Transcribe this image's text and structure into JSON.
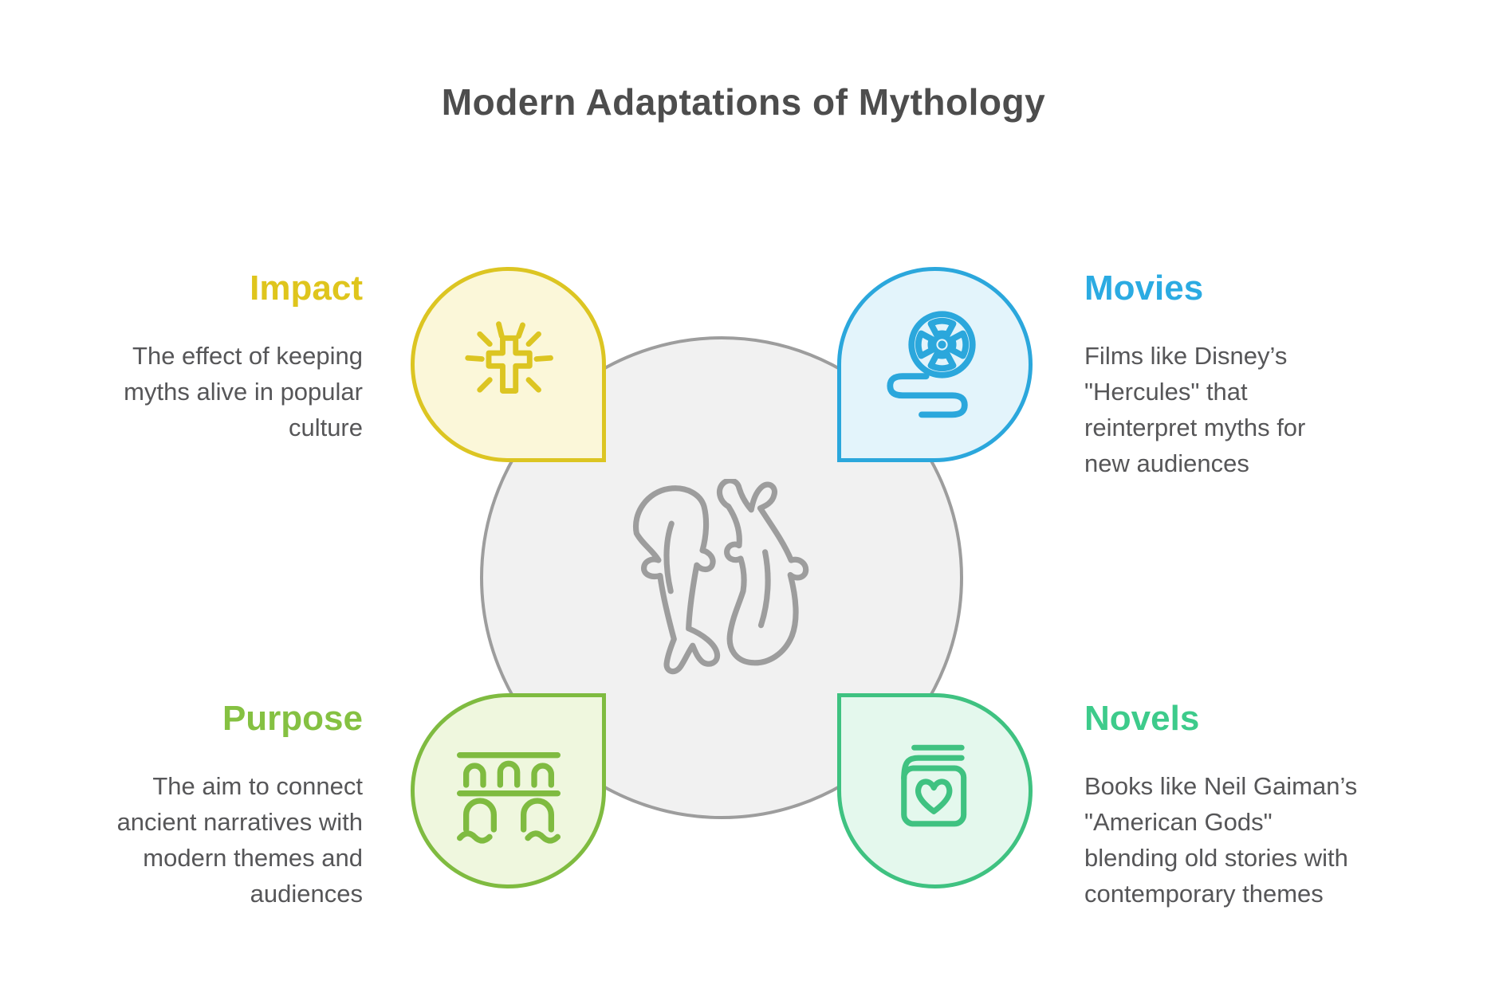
{
  "title": "Modern Adaptations of Mythology",
  "colors": {
    "title_text": "#4D4D4D",
    "body_text": "#565658",
    "center_circle_fill": "#F1F1F1",
    "center_circle_stroke": "#9D9D9D",
    "impact_accent": "#DFC51D",
    "movies_accent": "#2BABE2",
    "purpose_accent": "#85C142",
    "novels_accent": "#3DCB8B"
  },
  "center": {
    "icon": "pisces-koi-fish-icon"
  },
  "quadrants": {
    "impact": {
      "heading": "Impact",
      "body": "The effect of keeping\nmyths alive in popular\nculture",
      "icon": "shining-cross-icon",
      "accent": "#DFC51D",
      "bubble_fill": "#FBF7D9",
      "bubble_border": "#DCC522"
    },
    "movies": {
      "heading": "Movies",
      "body": "Films like Disney’s\n\"Hercules\" that\nreinterpret myths for\nnew audiences",
      "icon": "film-reel-icon",
      "accent": "#2BABE2",
      "bubble_fill": "#E3F4FB",
      "bubble_border": "#2BA7DC"
    },
    "purpose": {
      "heading": "Purpose",
      "body": "The aim to connect\nancient narratives with\nmodern themes and\naudiences",
      "icon": "aqueduct-bridge-icon",
      "accent": "#85C142",
      "bubble_fill": "#EFF7DE",
      "bubble_border": "#7FBB40"
    },
    "novels": {
      "heading": "Novels",
      "body": "Books like Neil Gaiman’s\n\"American Gods\"\nblending old stories with\ncontemporary themes",
      "icon": "heart-book-icon",
      "accent": "#3DCB8B",
      "bubble_fill": "#E4F8ED",
      "bubble_border": "#3FC281"
    }
  }
}
